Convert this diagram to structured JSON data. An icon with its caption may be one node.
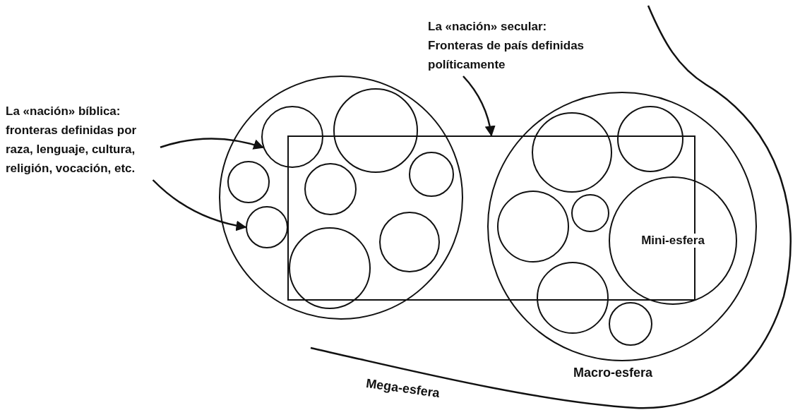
{
  "diagram": {
    "nodes": [
      {
        "text": [
          "La «nación» bíblica: fronteras definidas por raza, lenguaje, cultura, religión, vocación, etc."
        ]
      },
      {
        "text": [
          "La «nación» secular: Fronteras de país definidas políticamente"
        ]
      },
      {
        "text": [],
        "shape": "box"
      },
      {
        "text": [],
        "shape": "circle"
      },
      {
        "text": [],
        "shape": "circle",
        "in": 3
      },
      {
        "text": [],
        "shape": "circle",
        "in": 3
      },
      {
        "text": [],
        "shape": "circle",
        "in": 3
      },
      {
        "text": [],
        "shape": "circle",
        "in": 3
      },
      {
        "text": [],
        "shape": "circle"
      },
      {
        "text": [],
        "shape": "circle"
      },
      {
        "text": [],
        "shape": "circle"
      },
      {
        "text": [],
        "shape": "circle",
        "in": 3
      },
      {
        "text": [],
        "shape": "circle",
        "beside": [
          "Macro-esfera"
        ]
      },
      {
        "text": [],
        "shape": "circle",
        "in": 12
      },
      {
        "text": [],
        "shape": "circle",
        "in": 12
      },
      {
        "text": [],
        "shape": "circle"
      },
      {
        "text": [],
        "shape": "circle"
      },
      {
        "text": [
          "Mini-esfera"
        ],
        "in": 12
      },
      {
        "text": [],
        "shape": "circle",
        "in": 12
      },
      {
        "text": [],
        "shape": "circle",
        "in": 12
      }
    ],
    "edges": [
      {
        "from": 0,
        "to": 4,
        "arrow": "to"
      },
      {
        "from": 0,
        "to": 7,
        "arrow": "to"
      },
      {
        "from": 1,
        "to": 2,
        "arrow": "to"
      }
    ],
    "labels": [
      "Mega-esfera"
    ]
  }
}
